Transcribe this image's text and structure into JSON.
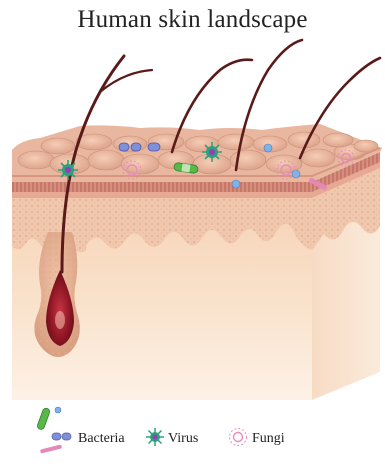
{
  "title": "Human skin landscape",
  "legend": [
    {
      "label": "Bacteria",
      "icon": "bacteria-icon"
    },
    {
      "label": "Virus",
      "icon": "virus-icon"
    },
    {
      "label": "Fungi",
      "icon": "fungi-icon"
    }
  ],
  "colors": {
    "skin_surface": "#e8b89f",
    "skin_top": "#f0c5ad",
    "dermis": "#f8dfc4",
    "hair": "#5a1a1a",
    "follicle_bulb": "#9b1f2a",
    "virus": "#2aa37a",
    "fungi": "#e88cc0",
    "bacteria_green": "#58b848",
    "bacteria_blue": "#7f8fd8"
  }
}
